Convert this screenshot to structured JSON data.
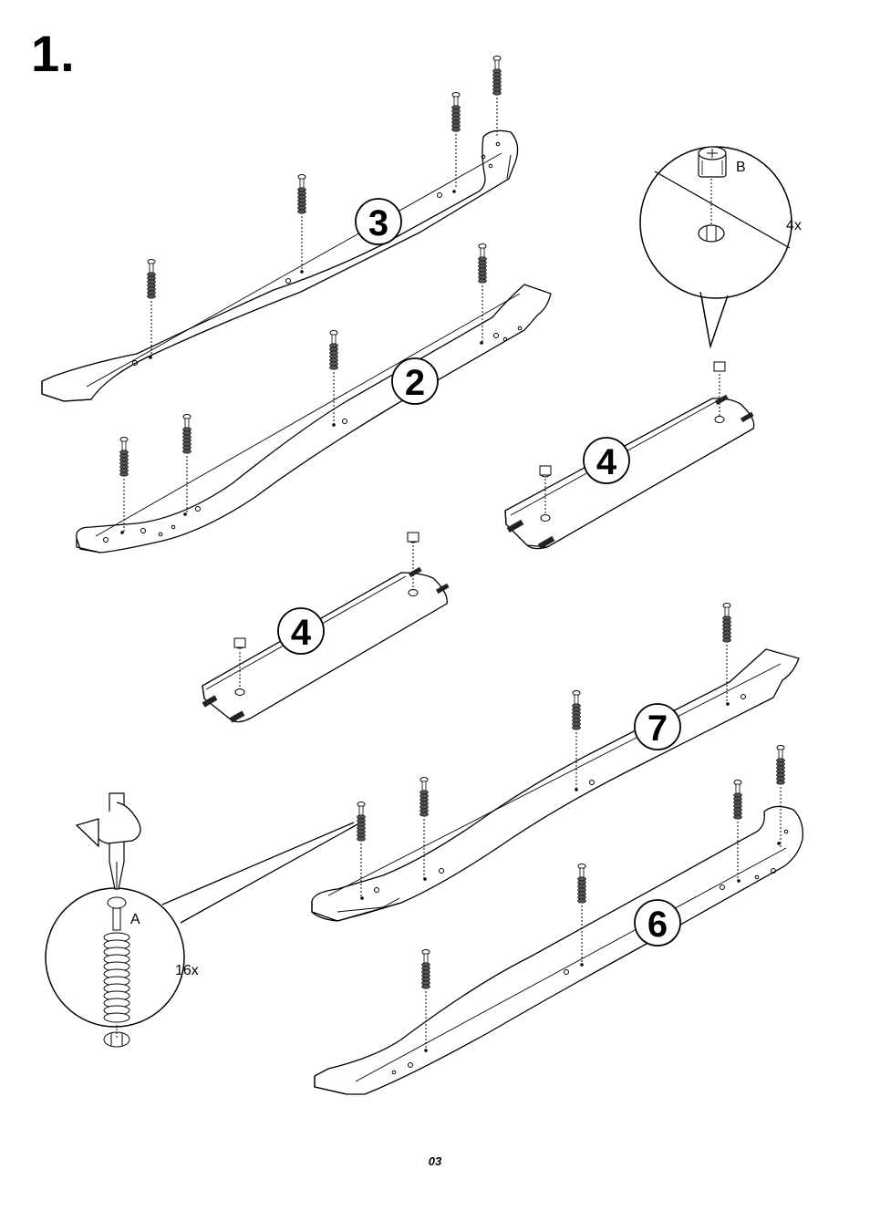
{
  "step": {
    "number": "1."
  },
  "page_number": "03",
  "parts": [
    {
      "id": "part-3",
      "label": "3"
    },
    {
      "id": "part-2",
      "label": "2"
    },
    {
      "id": "part-4a",
      "label": "4"
    },
    {
      "id": "part-4b",
      "label": "4"
    },
    {
      "id": "part-7",
      "label": "7"
    },
    {
      "id": "part-6",
      "label": "6"
    }
  ],
  "callouts": {
    "cam_lock": {
      "letter": "B",
      "quantity": "4x"
    },
    "dowel_screw": {
      "letter": "A",
      "quantity": "16x"
    }
  }
}
